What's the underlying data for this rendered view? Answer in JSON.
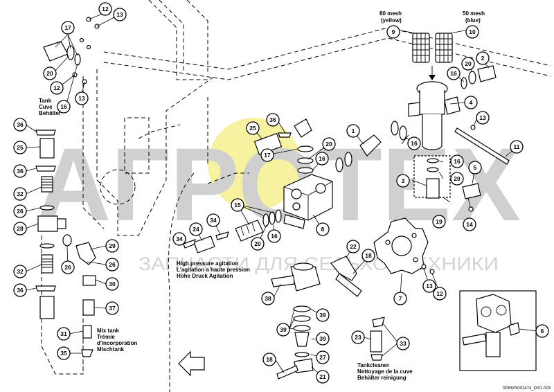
{
  "watermark": {
    "brand": "АГРОТЕХ",
    "sub": "ЗАПЧАСТИ ДЛЯ СЕЛЬХОЗТЕХНИКИ",
    "logo_color": "#f6f2a0"
  },
  "labels": {
    "mesh80_l1": "80 mesh",
    "mesh80_l2": "(yellow)",
    "mesh50_l1": "50 mesh",
    "mesh50_l2": "(blue)",
    "tank_l1": "Tank",
    "tank_l2": "Cuve",
    "tank_l3": "Behälter",
    "hpa_l1": "High pressure agitation",
    "hpa_l2": "L'agitation a haute pression",
    "hpa_l3": "Höhe Druck Agitation",
    "mix_l1": "Mix tank",
    "mix_l2": "Trémie",
    "mix_l3": "d'incorporation",
    "mix_l4": "Mischtank",
    "tc_l1": "Tankcleaner",
    "tc_l2": "Nettoyage de la cuve",
    "tc_l3": "Behälter reinigung",
    "ref": "SPMVN002474_D/01.003"
  },
  "callouts": [
    {
      "id": "c12a",
      "n": "12"
    },
    {
      "id": "c13a",
      "n": "13"
    },
    {
      "id": "c17a",
      "n": "17"
    },
    {
      "id": "c20a",
      "n": "20"
    },
    {
      "id": "c12b",
      "n": "12"
    },
    {
      "id": "c13b",
      "n": "13"
    },
    {
      "id": "c16a",
      "n": "16"
    },
    {
      "id": "c9",
      "n": "9"
    },
    {
      "id": "c10",
      "n": "10"
    },
    {
      "id": "c16b",
      "n": "16"
    },
    {
      "id": "c20b",
      "n": "20"
    },
    {
      "id": "c2",
      "n": "2"
    },
    {
      "id": "c4",
      "n": "4"
    },
    {
      "id": "c13c",
      "n": "13"
    },
    {
      "id": "c11",
      "n": "11"
    },
    {
      "id": "c36a",
      "n": "36"
    },
    {
      "id": "c25a",
      "n": "25"
    },
    {
      "id": "c36b",
      "n": "36"
    },
    {
      "id": "c32a",
      "n": "32"
    },
    {
      "id": "c26a",
      "n": "26"
    },
    {
      "id": "c28",
      "n": "28"
    },
    {
      "id": "c26b",
      "n": "26"
    },
    {
      "id": "c32b",
      "n": "32"
    },
    {
      "id": "c36c",
      "n": "36"
    },
    {
      "id": "c25b",
      "n": "25"
    },
    {
      "id": "c36d",
      "n": "36"
    },
    {
      "id": "c17b",
      "n": "17"
    },
    {
      "id": "c20c",
      "n": "20"
    },
    {
      "id": "c16c",
      "n": "16"
    },
    {
      "id": "c1",
      "n": "1"
    },
    {
      "id": "c15",
      "n": "15"
    },
    {
      "id": "c20d",
      "n": "20"
    },
    {
      "id": "c16d",
      "n": "16"
    },
    {
      "id": "c8",
      "n": "8"
    },
    {
      "id": "c24",
      "n": "24"
    },
    {
      "id": "c34a",
      "n": "34"
    },
    {
      "id": "c34b",
      "n": "34"
    },
    {
      "id": "c29",
      "n": "29"
    },
    {
      "id": "c26c",
      "n": "26"
    },
    {
      "id": "c30",
      "n": "30"
    },
    {
      "id": "c37",
      "n": "37"
    },
    {
      "id": "c31",
      "n": "31"
    },
    {
      "id": "c35",
      "n": "35"
    },
    {
      "id": "c26d",
      "n": "26"
    },
    {
      "id": "c16e",
      "n": "16"
    },
    {
      "id": "c16f",
      "n": "16"
    },
    {
      "id": "c3",
      "n": "3"
    },
    {
      "id": "c20e",
      "n": "20"
    },
    {
      "id": "c5",
      "n": "5"
    },
    {
      "id": "c19",
      "n": "19"
    },
    {
      "id": "c14",
      "n": "14"
    },
    {
      "id": "c22",
      "n": "22"
    },
    {
      "id": "c18a",
      "n": "18"
    },
    {
      "id": "c13d",
      "n": "13"
    },
    {
      "id": "c12c",
      "n": "12"
    },
    {
      "id": "c7",
      "n": "7"
    },
    {
      "id": "c38",
      "n": "38"
    },
    {
      "id": "c39a",
      "n": "39"
    },
    {
      "id": "c39b",
      "n": "39"
    },
    {
      "id": "c39c",
      "n": "39"
    },
    {
      "id": "c27",
      "n": "27"
    },
    {
      "id": "c18b",
      "n": "18"
    },
    {
      "id": "c21",
      "n": "21"
    },
    {
      "id": "c23",
      "n": "23"
    },
    {
      "id": "c33",
      "n": "33"
    },
    {
      "id": "c6",
      "n": "6"
    }
  ]
}
